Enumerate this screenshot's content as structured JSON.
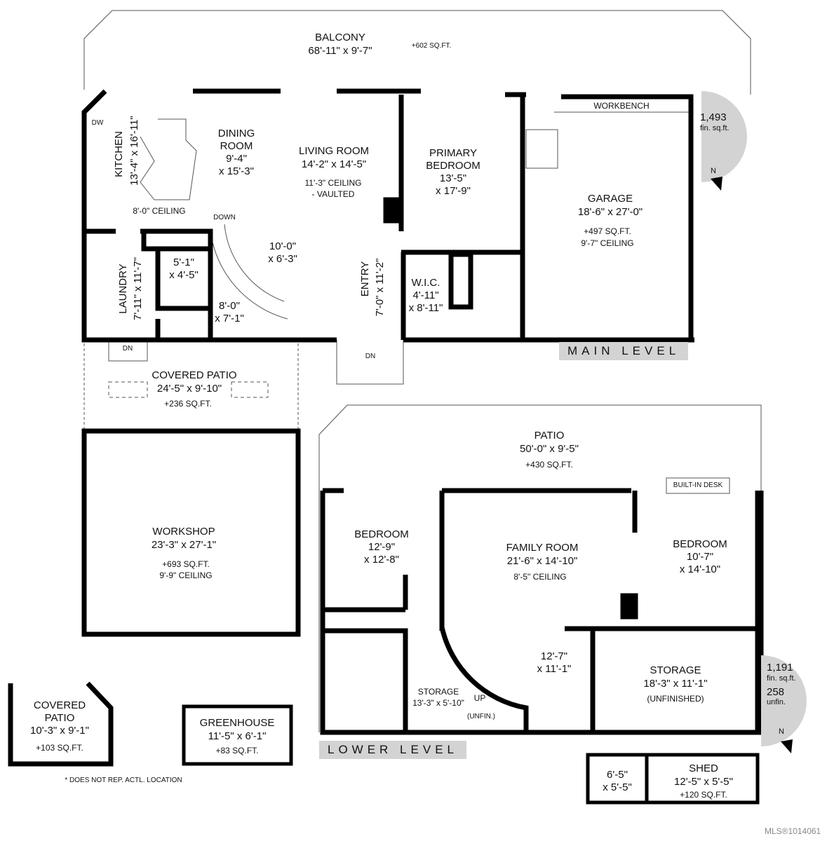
{
  "main_level": {
    "label": "MAIN LEVEL",
    "fin_sqft": "1,493",
    "fin_unit": "fin. sq.ft.",
    "north": "N",
    "rooms": {
      "balcony": {
        "name": "BALCONY",
        "dims": "68'-11\" x 9'-7\"",
        "area": "+602 SQ.FT."
      },
      "kitchen": {
        "name": "KITCHEN",
        "dims": "13'-4\" x 16'-11\"",
        "appliance": "DW"
      },
      "dining": {
        "name1": "DINING",
        "name2": "ROOM",
        "dims1": "9'-4\"",
        "dims2": "x 15'-3\""
      },
      "living": {
        "name": "LIVING ROOM",
        "dims": "14'-2\" x 14'-5\"",
        "ceiling1": "11'-3\" CEILING",
        "ceiling2": "- VAULTED"
      },
      "kitchen_ceiling": "8'-0\" CEILING",
      "stairs": {
        "label": "DOWN",
        "dims1": "10'-0\"",
        "dims2": "x 6'-3\""
      },
      "closet": {
        "dims1": "5'-1\"",
        "dims2": "x 4'-5\""
      },
      "bath": {
        "dims1": "8'-0\"",
        "dims2": "x 7'-1\""
      },
      "laundry": {
        "name": "LAUNDRY",
        "dims": "7'-11\" x 11'-7\""
      },
      "entry": {
        "name": "ENTRY",
        "dims": "7'-0\" x 11'-2\"",
        "dn": "DN"
      },
      "laundry_dn": "DN",
      "primary": {
        "name1": "PRIMARY",
        "name2": "BEDROOM",
        "dims1": "13'-5\"",
        "dims2": "x 17'-9\""
      },
      "wic": {
        "name": "W.I.C.",
        "dims1": "4'-11\"",
        "dims2": "x 8'-11\""
      },
      "garage": {
        "name": "GARAGE",
        "dims": "18'-6\" x 27'-0\"",
        "area": "+497 SQ.FT.",
        "ceiling": "9'-7\" CEILING",
        "workbench": "WORKBENCH"
      }
    }
  },
  "outbuildings": {
    "covered_patio_main": {
      "name": "COVERED PATIO",
      "dims": "24'-5\" x 9'-10\"",
      "area": "+236 SQ.FT."
    },
    "workshop": {
      "name": "WORKSHOP",
      "dims": "23'-3\" x 27'-1\"",
      "area": "+693 SQ.FT.",
      "ceiling": "9'-9\" CEILING"
    },
    "covered_patio_small": {
      "name1": "COVERED",
      "name2": "PATIO",
      "dims": "10'-3\" x 9'-1\"",
      "area": "+103 SQ.FT."
    },
    "greenhouse": {
      "name": "GREENHOUSE",
      "dims": "11'-5\" x 6'-1\"",
      "area": "+83 SQ.FT."
    },
    "shed_small": {
      "dims1": "6'-5\"",
      "dims2": "x 5'-5\""
    },
    "shed": {
      "name": "SHED",
      "dims": "12'-5\" x 5'-5\"",
      "area": "+120 SQ.FT."
    },
    "note": "* DOES NOT REP. ACTL. LOCATION"
  },
  "lower_level": {
    "label": "LOWER LEVEL",
    "fin_sqft": "1,191",
    "fin_unit": "fin. sq.ft.",
    "unfin_sqft": "258",
    "unfin_unit": "unfin.",
    "north": "N",
    "rooms": {
      "patio": {
        "name": "PATIO",
        "dims": "50'-0\" x 9'-5\"",
        "area": "+430 SQ.FT."
      },
      "bedroom1": {
        "name": "BEDROOM",
        "dims1": "12'-9\"",
        "dims2": "x 12'-8\""
      },
      "family": {
        "name": "FAMILY ROOM",
        "dims": "21'-6\" x 14'-10\"",
        "ceiling": "8'-5\" CEILING"
      },
      "bedroom2": {
        "name": "BEDROOM",
        "dims1": "10'-7\"",
        "dims2": "x 14'-10\"",
        "desk": "BUILT-IN DESK"
      },
      "hall": {
        "dims1": "12'-7\"",
        "dims2": "x 11'-1\"",
        "up": "UP"
      },
      "storage_small": {
        "name": "STORAGE",
        "dims": "13'-3\" x 5'-10\"",
        "note": "(UNFIN.)"
      },
      "storage_large": {
        "name": "STORAGE",
        "dims": "18'-3\" x 11'-1\"",
        "note": "(UNFINISHED)"
      }
    }
  },
  "watermark": "MLS®1014061"
}
